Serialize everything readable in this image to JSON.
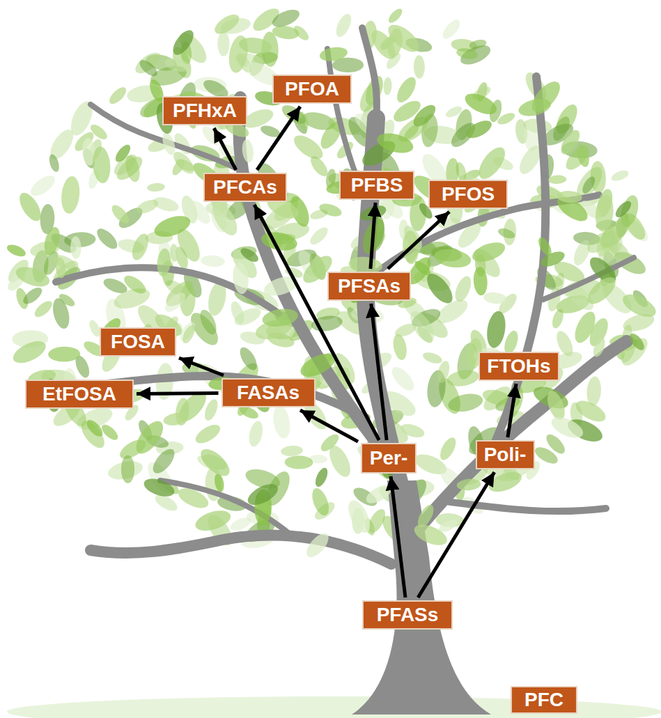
{
  "diagram": {
    "nodes": [
      {
        "text": [
          "PFOA"
        ]
      },
      {
        "text": [
          "PFHxA"
        ]
      },
      {
        "text": [
          "PFCAs"
        ]
      },
      {
        "text": [
          "PFBS"
        ]
      },
      {
        "text": [
          "PFOS"
        ]
      },
      {
        "text": [
          "PFSAs"
        ]
      },
      {
        "text": [
          "FOSA"
        ]
      },
      {
        "text": [
          "FTOHs"
        ]
      },
      {
        "text": [
          "EtFOSA"
        ]
      },
      {
        "text": [
          "FASAs"
        ]
      },
      {
        "text": [
          "Per-"
        ]
      },
      {
        "text": [
          "Poli-"
        ]
      },
      {
        "text": [
          "PFASs"
        ]
      },
      {
        "text": [
          "PFC"
        ]
      }
    ],
    "edges": [
      {
        "from": 12,
        "to": 10,
        "arrow": "to"
      },
      {
        "from": 12,
        "to": 11,
        "arrow": "to"
      },
      {
        "from": 11,
        "to": 7,
        "arrow": "to"
      },
      {
        "from": 10,
        "to": 9,
        "arrow": "to"
      },
      {
        "from": 10,
        "to": 5,
        "arrow": "to"
      },
      {
        "from": 10,
        "to": 2,
        "arrow": "to"
      },
      {
        "from": 5,
        "to": 3,
        "arrow": "to"
      },
      {
        "from": 5,
        "to": 4,
        "arrow": "to"
      },
      {
        "from": 2,
        "to": 1,
        "arrow": "to"
      },
      {
        "from": 2,
        "to": 0,
        "arrow": "to"
      },
      {
        "from": 9,
        "to": 6,
        "arrow": "to"
      },
      {
        "from": 9,
        "to": 8,
        "arrow": "to"
      }
    ]
  }
}
